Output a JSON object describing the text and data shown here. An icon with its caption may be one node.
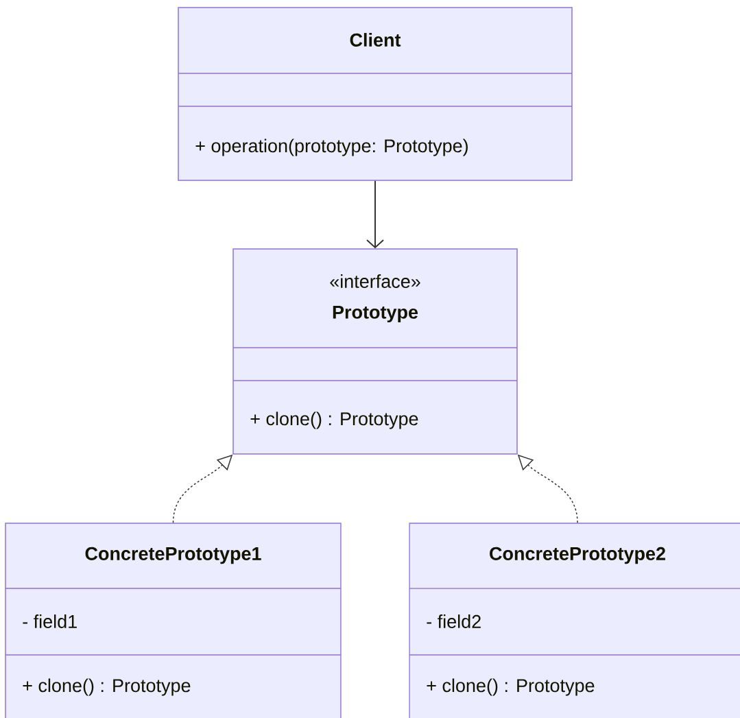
{
  "diagram": {
    "nodes": [
      {
        "text": [
          "Client",
          "+ operation(prototype: Prototype)"
        ]
      },
      {
        "text": [
          "«interface»",
          "Prototype",
          "+ clone() : Prototype"
        ]
      },
      {
        "text": [
          "ConcretePrototype1",
          "- field1",
          "+ clone() : Prototype"
        ]
      },
      {
        "text": [
          "ConcretePrototype2",
          "- field2",
          "+ clone() : Prototype"
        ]
      }
    ],
    "edges": [
      {
        "from": 0,
        "to": 1,
        "arrow": "to"
      },
      {
        "from": 2,
        "to": 1,
        "arrow": "to",
        "style": "dashed"
      },
      {
        "from": 3,
        "to": 1,
        "arrow": "to",
        "style": "dashed"
      }
    ]
  }
}
